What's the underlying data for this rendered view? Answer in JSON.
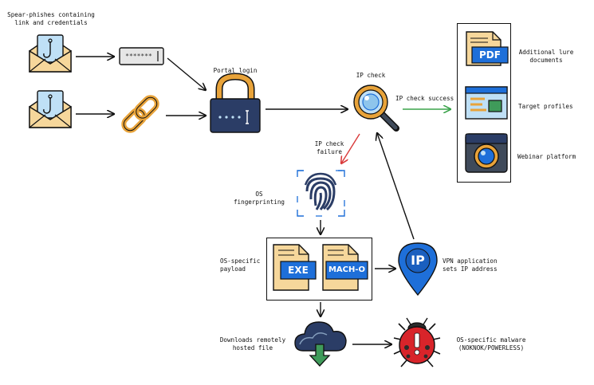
{
  "labels": {
    "spear_phishes": [
      "Spear-phishes containing",
      "link and credentials"
    ],
    "password": "*******",
    "portal_login": "Portal login",
    "ip_check": "IP check",
    "ip_check_success": "IP check success",
    "ip_check_failure": [
      "IP check",
      "failure"
    ],
    "additional_lure": [
      "Additional lure",
      "documents"
    ],
    "target_profiles": "Target profiles",
    "webinar_platform": "Webinar platform",
    "os_fingerprinting": [
      "OS",
      "fingerprinting"
    ],
    "os_specific_payload": [
      "OS-specific",
      "payload"
    ],
    "vpn_app": [
      "VPN application",
      "sets IP address"
    ],
    "downloads": [
      "Downloads remotely",
      "hosted file"
    ],
    "os_malware": [
      "OS-specific malware",
      "(NOKNOK/POWERLESS)"
    ],
    "pdf_badge": "PDF",
    "exe_badge": "EXE",
    "macho_badge": "MACH-O",
    "ip_pin": "IP"
  },
  "colors": {
    "blue": "#1e6fd9",
    "light_blue": "#bfe0f6",
    "envelope": "#f6d79b",
    "gold": "#e8a33a",
    "navy": "#2b3d66",
    "success_arrow": "#3aa34a",
    "failure_arrow": "#d93a3a",
    "bug_red": "#d8242a",
    "green": "#3f9b5a"
  },
  "icons": [
    "email-icon",
    "password-field-icon",
    "chain-link-icon",
    "padlock-icon",
    "magnifier-icon",
    "pdf-document-icon",
    "profile-card-icon",
    "webcam-icon",
    "fingerprint-icon",
    "exe-document-icon",
    "macho-document-icon",
    "location-pin-icon",
    "cloud-download-icon",
    "malware-bug-icon"
  ]
}
